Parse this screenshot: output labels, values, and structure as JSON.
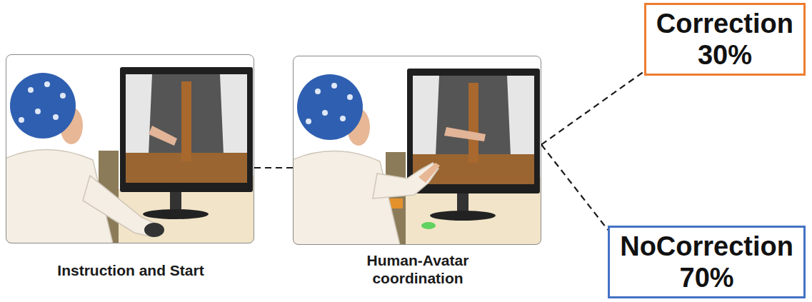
{
  "diagram": {
    "nodes": [
      {
        "text": [
          "Instruction and Start"
        ]
      },
      {
        "text": [
          "Human-Avatar coordination"
        ]
      },
      {
        "text": [
          "Correction 30%"
        ]
      },
      {
        "text": [
          "NoCorrection 70%"
        ]
      }
    ],
    "edges": [
      {
        "from": 0,
        "to": 1,
        "arrow": "none"
      },
      {
        "from": 1,
        "to": 2,
        "arrow": "none"
      },
      {
        "from": 1,
        "to": 3,
        "arrow": "none"
      }
    ]
  }
}
